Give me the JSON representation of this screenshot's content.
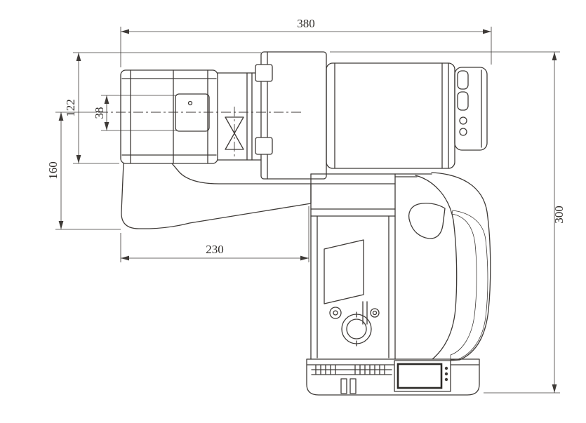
{
  "dims": {
    "overall_length": "380",
    "head_height": "122",
    "square_drive_width": "38",
    "arm_drop_height": "160",
    "arm_reach_length": "230",
    "overall_height": "300"
  },
  "colors": {
    "ink": "#3e3a37",
    "background": "#ffffff"
  }
}
